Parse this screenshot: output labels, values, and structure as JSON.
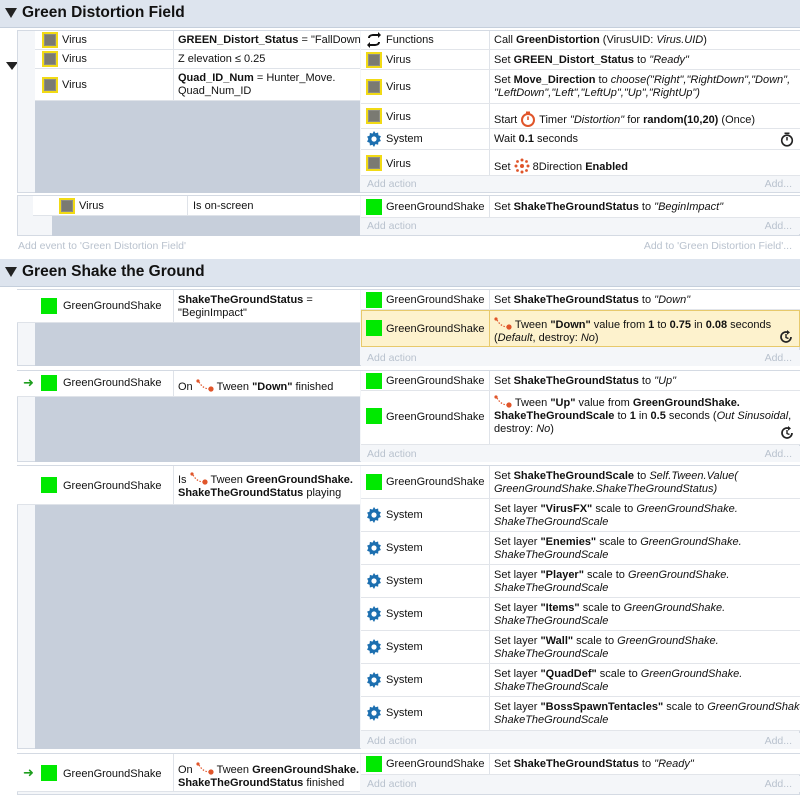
{
  "groups": [
    {
      "title": "Green Distortion Field"
    },
    {
      "title": "Green Shake the Ground"
    }
  ],
  "labels": {
    "add_action": "Add action",
    "add_action_right": "Add...",
    "add_event_1": "Add event to 'Green Distortion Field'",
    "add_to_1": "Add to 'Green Distortion Field'..."
  },
  "e1": {
    "conds": [
      {
        "obj": "Virus",
        "pre": "GREEN_Distort_Status",
        "post": " = \"FallDown\""
      },
      {
        "obj": "Virus",
        "text": "Z elevation ≤ 0.25"
      },
      {
        "obj": "Virus",
        "pre": "Quad_ID_Num",
        "post": " = Hunter_Move.",
        "line2": "Quad_Num_ID"
      }
    ],
    "acts": [
      {
        "obj": "Functions",
        "a": "Call ",
        "b": "GreenDistortion",
        "c": " (VirusUID: ",
        "d": "Virus.UID",
        "e": ")"
      },
      {
        "obj": "Virus",
        "a": "Set ",
        "b": "GREEN_Distort_Status",
        "c": " to ",
        "d": "\"Ready\""
      },
      {
        "obj": "Virus",
        "a": "Set ",
        "b": "Move_Direction",
        "c": " to ",
        "d": "choose(\"Right\",\"RightDown\",\"Down\",",
        "line2": "\"LeftDown\",\"Left\",\"LeftUp\",\"Up\",\"RightUp\")"
      },
      {
        "obj": "Virus",
        "a": "Start ",
        "c": " Timer ",
        "d": "\"Distortion\"",
        "e": " for ",
        "f": "random(10,20)",
        "g": " (Once)"
      },
      {
        "obj": "System",
        "a": "Wait ",
        "b": "0.1",
        "c": " seconds"
      },
      {
        "obj": "Virus",
        "a": "Set ",
        "c": " 8Direction ",
        "b": "Enabled"
      }
    ]
  },
  "e2": {
    "cond": {
      "obj": "Virus",
      "text": "Is on-screen"
    },
    "act": {
      "obj": "GreenGroundShake",
      "a": "Set ",
      "b": "ShakeTheGroundStatus",
      "c": " to ",
      "d": "\"BeginImpact\""
    }
  },
  "e3": {
    "cond": {
      "obj": "GreenGroundShake",
      "pre": "ShakeTheGroundStatus",
      "post": " =",
      "line2": "\"BeginImpact\""
    },
    "acts": [
      {
        "obj": "GreenGroundShake",
        "a": "Set ",
        "b": "ShakeTheGroundStatus",
        "c": " to ",
        "d": "\"Down\""
      },
      {
        "obj": "GreenGroundShake",
        "a": " Tween ",
        "b": "\"Down\"",
        "c": " value from ",
        "d": "1",
        "e": " to ",
        "f": "0.75",
        "g": " in ",
        "h": "0.08",
        "k": " seconds",
        "line2a": "(",
        "line2b": "Default",
        "line2c": ", destroy: ",
        "line2d": "No",
        "line2e": ")"
      }
    ]
  },
  "e4": {
    "cond": {
      "obj": "GreenGroundShake",
      "a": "On ",
      "b": " Tween ",
      "c": "\"Down\"",
      "d": " finished"
    },
    "acts": [
      {
        "obj": "GreenGroundShake",
        "a": "Set ",
        "b": "ShakeTheGroundStatus",
        "c": " to ",
        "d": "\"Up\""
      },
      {
        "obj": "GreenGroundShake",
        "a": " Tween ",
        "b": "\"Up\"",
        "c": " value from ",
        "d": "GreenGroundShake.",
        "l2a": "ShakeTheGroundScale",
        "l2b": " to ",
        "l2c": "1",
        "l2d": " in ",
        "l2e": "0.5",
        "l2f": " seconds (",
        "l2g": "Out Sinusoidal",
        "l2h": ",",
        "l3a": "destroy: ",
        "l3b": "No",
        "l3c": ")"
      }
    ]
  },
  "e5": {
    "cond": {
      "obj": "GreenGroundShake",
      "a": "Is ",
      "b": " Tween ",
      "c": "GreenGroundShake.",
      "line2": "ShakeTheGroundStatus",
      "d": " playing"
    },
    "acts": [
      {
        "obj": "GreenGroundShake",
        "a": "Set ",
        "b": "ShakeTheGroundScale",
        "c": " to ",
        "d": "Self.Tween.Value(",
        "line2": "GreenGroundShake.ShakeTheGroundStatus)"
      },
      {
        "obj": "System",
        "layer": "\"VirusFX\""
      },
      {
        "obj": "System",
        "layer": "\"Enemies\""
      },
      {
        "obj": "System",
        "layer": "\"Player\""
      },
      {
        "obj": "System",
        "layer": "\"Items\""
      },
      {
        "obj": "System",
        "layer": "\"Wall\""
      },
      {
        "obj": "System",
        "layer": "\"QuadDef\""
      },
      {
        "obj": "System",
        "layer": "\"BossSpawnTentacles\""
      }
    ],
    "layer_pre": "Set layer ",
    "layer_mid": " scale to ",
    "layer_val": "GreenGroundShake.",
    "layer_line2": "ShakeTheGroundScale"
  },
  "e6": {
    "cond": {
      "obj": "GreenGroundShake",
      "a": "On ",
      "b": " Tween ",
      "c": "GreenGroundShake.",
      "line2": "ShakeTheGroundStatus",
      "d": " finished"
    },
    "act": {
      "obj": "GreenGroundShake",
      "a": "Set ",
      "b": "ShakeTheGroundStatus",
      "c": " to ",
      "d": "\"Ready\""
    }
  },
  "colors": {
    "header_bg": "#dde4ee",
    "event_fill": "#c7cfdb",
    "highlight": "#fdf2cd",
    "green": "#00e900",
    "virus_border": "#f1da15",
    "system_gear": "#1c6fb0",
    "tween_dot": "#e0552a"
  }
}
